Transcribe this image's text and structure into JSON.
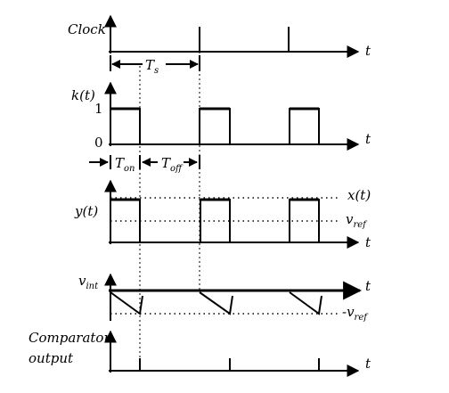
{
  "labels": {
    "clock": "Clock",
    "k": "k(t)",
    "k_one": "1",
    "k_zero": "0",
    "y": "y(t)",
    "x": "x(t)",
    "v": "v",
    "v_neg": "-v",
    "int_sub": "int",
    "ref_sub": "ref",
    "comparator_line1": "Comparator",
    "comparator_line2": "output",
    "t": "t",
    "T_s": "T",
    "s_sub": "s",
    "T_on": "T",
    "on_sub": "on",
    "T_off": "T",
    "off_sub": "off"
  }
}
